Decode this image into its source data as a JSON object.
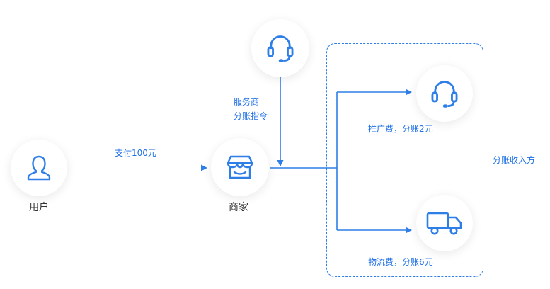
{
  "nodes": {
    "user": {
      "label": "用户",
      "icon": "user-icon"
    },
    "merchant": {
      "label": "商家",
      "icon": "storefront-icon"
    },
    "service_provider": {
      "icon": "headset-icon"
    },
    "promoter": {
      "icon": "headset-icon"
    },
    "logistics": {
      "icon": "delivery-truck-icon"
    }
  },
  "edges": {
    "payment": "支付100元",
    "split_instruction": [
      "服务商",
      "分账指令"
    ],
    "promotion_fee": "推广费，分账2元",
    "logistics_fee": "物流费，分账6元"
  },
  "group": {
    "label": "分账收入方"
  },
  "colors": {
    "accent": "#2e7ee8",
    "text": "#333333",
    "label_blue": "#1e6fe6"
  }
}
